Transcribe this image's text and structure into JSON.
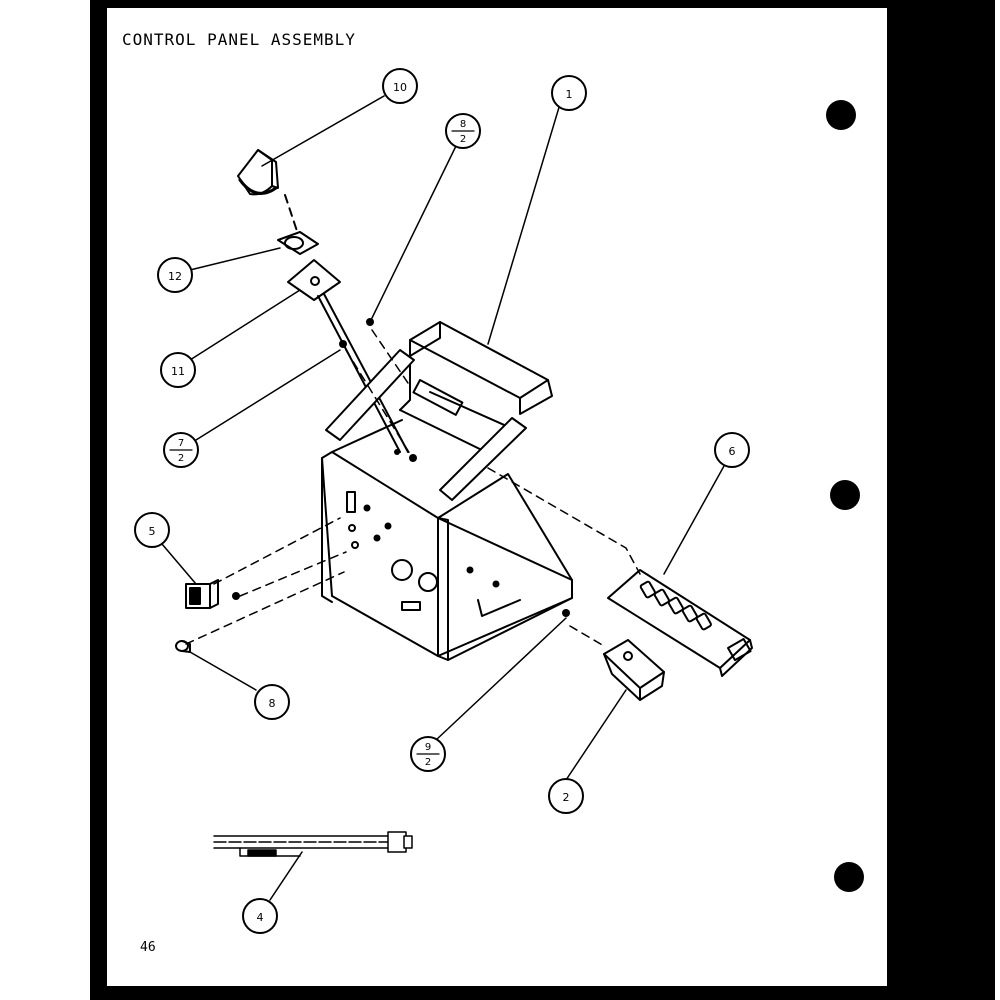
{
  "title": "CONTROL PANEL ASSEMBLY",
  "page_number": "46",
  "callouts": [
    {
      "id": "c10",
      "label": "10"
    },
    {
      "id": "c1",
      "label": "1"
    },
    {
      "id": "c8-2",
      "top": "8",
      "bottom": "2"
    },
    {
      "id": "c12",
      "label": "12"
    },
    {
      "id": "c11",
      "label": "11"
    },
    {
      "id": "c7-2",
      "top": "7",
      "bottom": "2"
    },
    {
      "id": "c6",
      "label": "6"
    },
    {
      "id": "c5",
      "label": "5"
    },
    {
      "id": "c8",
      "label": "8"
    },
    {
      "id": "c9-2",
      "top": "9",
      "bottom": "2"
    },
    {
      "id": "c2",
      "label": "2"
    },
    {
      "id": "c4",
      "label": "4"
    }
  ]
}
